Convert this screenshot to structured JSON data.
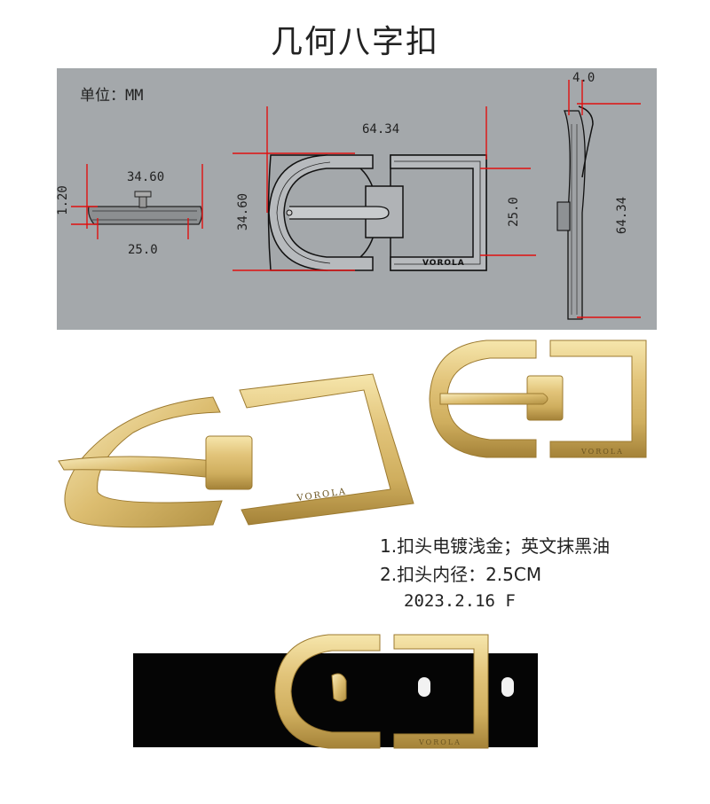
{
  "title": "几何八字扣",
  "drawing": {
    "unit_label": "单位：MM",
    "dimensions": {
      "side_width": "34.60",
      "side_height": "1.20",
      "side_inner": "25.0",
      "front_width": "64.34",
      "front_height": "34.60",
      "front_inner": "25.0",
      "profile_thickness": "4.0",
      "profile_length": "64.34"
    },
    "engraving": "VOROLA"
  },
  "photos": {
    "engraving": "VOROLA"
  },
  "notes": {
    "line1": "1.扣头电镀浅金；英文抹黑油",
    "line2": "2.扣头内径：2.5CM",
    "date": "2023.2.16 F"
  },
  "colors": {
    "panel_gray": "#a4a8ab",
    "dimension_red": "#e01010",
    "gold_light": "#f3dfa0",
    "gold_mid": "#d8b96a",
    "gold_dark": "#a8853c",
    "strap_black": "#050505"
  }
}
